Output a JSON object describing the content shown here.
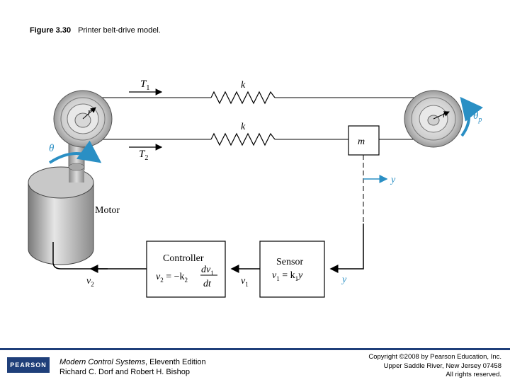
{
  "caption": {
    "figure_number": "Figure 3.30",
    "title": "Printer belt-drive model."
  },
  "diagram": {
    "tension_top": "T",
    "tension_top_sub": "1",
    "tension_bottom": "T",
    "tension_bottom_sub": "2",
    "spring_top_label": "k",
    "spring_bottom_label": "k",
    "radius_left": "r",
    "radius_right": "r",
    "theta_left": "θ",
    "theta_right": "θ",
    "theta_right_sub": "p",
    "mass_label": "m",
    "y_arrow_label": "y",
    "motor_label": "Motor",
    "controller_title": "Controller",
    "controller_eq_lhs": "v",
    "controller_eq_lhs_sub": "2",
    "controller_eq_mid": " = −k",
    "controller_eq_mid_sub": "2",
    "controller_frac_num": "dv",
    "controller_frac_num_sub": "1",
    "controller_frac_den": "dt",
    "sensor_title": "Sensor",
    "sensor_eq_lhs": "v",
    "sensor_eq_lhs_sub": "1",
    "sensor_eq_rhs": " = k",
    "sensor_eq_rhs_sub": "1",
    "sensor_eq_tail": "y",
    "v1_label": "v",
    "v1_label_sub": "1",
    "v2_label": "v",
    "v2_label_sub": "2",
    "y_input_label": "y",
    "accent_color": "#2a8fc4"
  },
  "footer": {
    "logo_text": "PEARSON",
    "book_title": "Modern Control Systems",
    "book_edition": ", Eleventh Edition",
    "book_authors": "Richard C. Dorf and Robert H. Bishop",
    "copyright_line1": "Copyright ©2008 by Pearson Education, Inc.",
    "copyright_line2": "Upper Saddle River, New Jersey 07458",
    "copyright_line3": "All rights reserved."
  }
}
